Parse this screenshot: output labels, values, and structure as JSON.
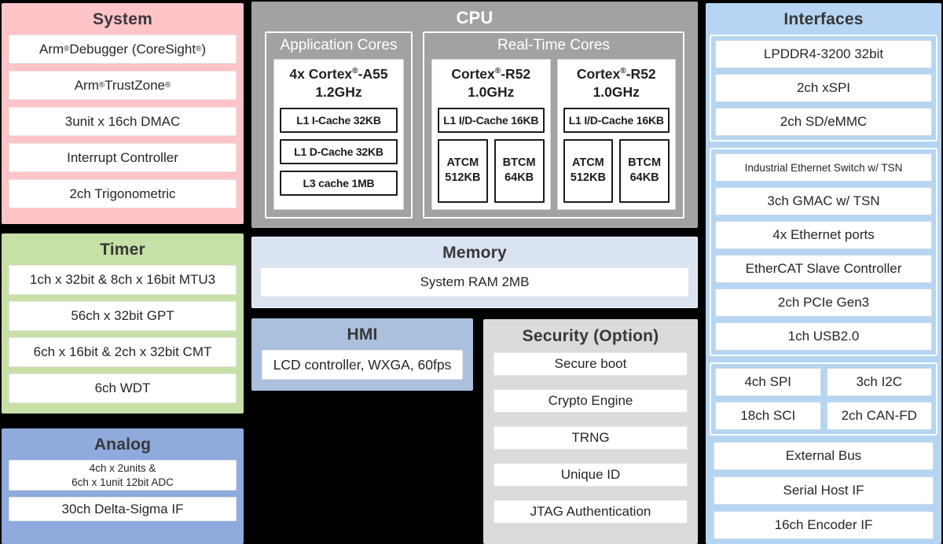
{
  "palette": {
    "background": "#000000",
    "system": "#FFC4C8",
    "timer": "#C7E0A6",
    "analog": "#8FAADC",
    "cpu": "#A2A2A2",
    "memory": "#DAE3F0",
    "hmi": "#ABC0DC",
    "security": "#DBDBDB",
    "interfaces": "#B5D5F2",
    "title_text": "#383838",
    "cpu_title_text": "#FFFFFF"
  },
  "system": {
    "title": "System",
    "items": [
      "Arm® Debugger (CoreSight®)",
      "Arm® TrustZone®",
      "3unit x 16ch DMAC",
      "Interrupt Controller",
      "2ch Trigonometric"
    ]
  },
  "timer": {
    "title": "Timer",
    "items": [
      "1ch x 32bit & 8ch x 16bit MTU3",
      "56ch x 32bit GPT",
      "6ch x 16bit & 2ch x 32bit CMT",
      "6ch WDT"
    ]
  },
  "analog": {
    "title": "Analog",
    "items": [
      "4ch x 2units &\n6ch x 1unit 12bit ADC",
      "30ch Delta-Sigma IF"
    ]
  },
  "cpu": {
    "title": "CPU",
    "application_cores": {
      "title": "Application Cores",
      "core_name": "4x Cortex®-A55\n1.2GHz",
      "caches": [
        "L1 I-Cache 32KB",
        "L1 D-Cache 32KB",
        "L3 cache 1MB"
      ]
    },
    "realtime_cores": {
      "title": "Real-Time Cores",
      "cores": [
        {
          "name": "Cortex®-R52\n1.0GHz",
          "cache": "L1 I/D-Cache 16KB",
          "tcm": [
            "ATCM\n512KB",
            "BTCM\n64KB"
          ]
        },
        {
          "name": "Cortex®-R52\n1.0GHz",
          "cache": "L1 I/D-Cache 16KB",
          "tcm": [
            "ATCM\n512KB",
            "BTCM\n64KB"
          ]
        }
      ]
    }
  },
  "memory": {
    "title": "Memory",
    "items": [
      "System RAM 2MB"
    ]
  },
  "hmi": {
    "title": "HMI",
    "items": [
      "LCD controller, WXGA, 60fps"
    ]
  },
  "security": {
    "title": "Security (Option)",
    "items": [
      "Secure boot",
      "Crypto Engine",
      "TRNG",
      "Unique ID",
      "JTAG Authentication"
    ]
  },
  "interfaces": {
    "title": "Interfaces",
    "memory_if_group": [
      "LPDDR4-3200 32bit",
      "2ch xSPI",
      "2ch SD/eMMC"
    ],
    "network_group": [
      "Industrial Ethernet Switch w/ TSN",
      "3ch GMAC w/ TSN",
      "4x Ethernet ports",
      "EtherCAT Slave Controller",
      "2ch PCIe Gen3",
      "1ch USB2.0"
    ],
    "serial_grid": [
      "4ch SPI",
      "3ch I2C",
      "18ch SCI",
      "2ch CAN-FD"
    ],
    "standalone": [
      "External Bus",
      "Serial Host IF",
      "16ch Encoder IF"
    ]
  }
}
